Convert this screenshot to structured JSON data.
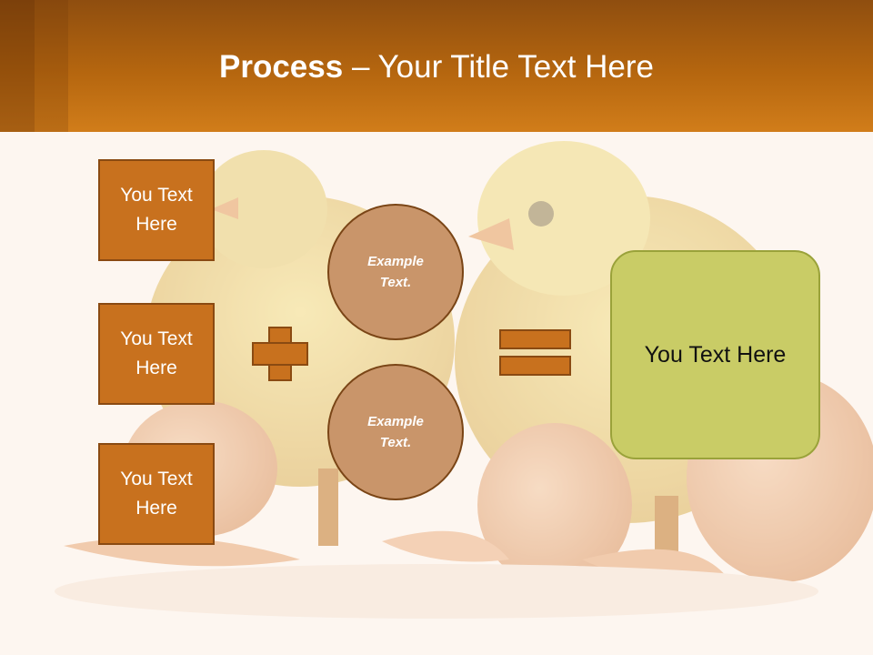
{
  "title": {
    "bold": "Process",
    "rest": " – Your Title Text Here"
  },
  "left_boxes": [
    {
      "label": "You Text Here"
    },
    {
      "label": "You Text Here"
    },
    {
      "label": "You Text Here"
    }
  ],
  "circles": [
    {
      "label": "Example Text."
    },
    {
      "label": "Example Text."
    }
  ],
  "result": {
    "label": "You Text Here"
  },
  "colors": {
    "header": "#b5660f",
    "box_fill": "#c8711e",
    "circle_fill": "#c9956a",
    "result_fill": "#c9cc66"
  },
  "icons": {
    "operator_1": "plus-icon",
    "operator_2": "equals-icon"
  }
}
